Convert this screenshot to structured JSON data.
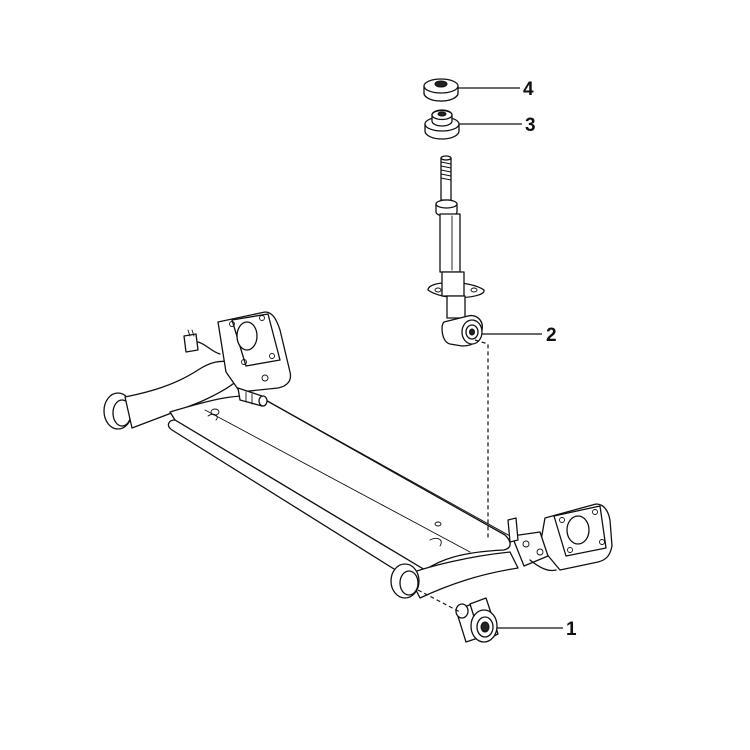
{
  "callouts": [
    {
      "id": "1",
      "label": "1"
    },
    {
      "id": "2",
      "label": "2"
    },
    {
      "id": "3",
      "label": "3"
    },
    {
      "id": "4",
      "label": "4"
    }
  ],
  "colors": {
    "line": "#111111",
    "background": "#ffffff"
  }
}
